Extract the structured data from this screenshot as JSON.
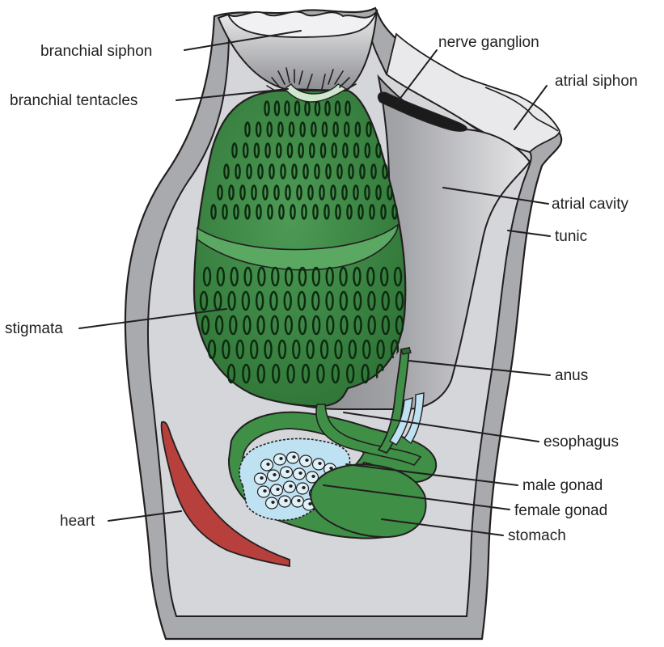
{
  "labels": {
    "branchial_siphon": "branchial siphon",
    "branchial_tentacles": "branchial tentacles",
    "nerve_ganglion": "nerve ganglion",
    "atrial_siphon": "atrial siphon",
    "atrial_cavity": "atrial cavity",
    "tunic": "tunic",
    "stigmata": "stigmata",
    "anus": "anus",
    "esophagus": "esophagus",
    "male_gonad": "male gonad",
    "female_gonad": "female gonad",
    "stomach": "stomach",
    "heart": "heart"
  },
  "colors": {
    "tunic_outer": "#a9aaad",
    "tunic_inner": "#d5d6da",
    "pharynx": "#3f8f47",
    "pharynx_dark": "#2b6a31",
    "tentacles": "#cfe6cf",
    "gonad_blue": "#bfe2f2",
    "heart": "#b7403c",
    "outline": "#231f20"
  }
}
